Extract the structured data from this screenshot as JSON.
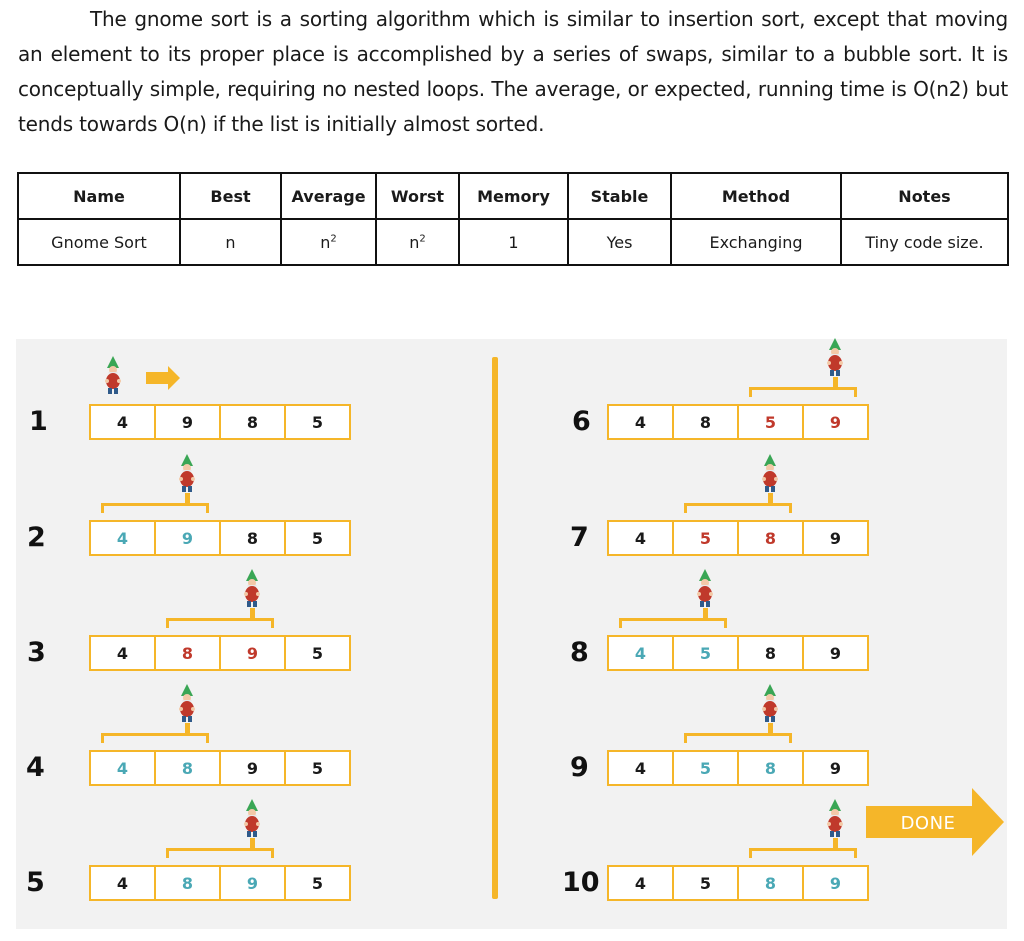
{
  "intro": "The gnome sort is a sorting algorithm which is similar to insertion sort, except that moving an element to its proper place is accomplished by a series of swaps, similar to a bubble sort. It is conceptually simple, requiring no nested loops. The average, or expected, running time is O(n2) but tends towards O(n) if the list is initially almost sorted.",
  "table": {
    "headers": [
      "Name",
      "Best",
      "Average",
      "Worst",
      "Memory",
      "Stable",
      "Method",
      "Notes"
    ],
    "row": {
      "name": "Gnome Sort",
      "best": "n",
      "average_base": "n",
      "average_exp": "2",
      "worst_base": "n",
      "worst_exp": "2",
      "memory": "1",
      "stable": "Yes",
      "method": "Exchanging",
      "notes": "Tiny code size."
    }
  },
  "steps": [
    {
      "label": "1",
      "values": [
        "4",
        "9",
        "8",
        "5"
      ],
      "colors": [
        "black",
        "black",
        "black",
        "black"
      ]
    },
    {
      "label": "2",
      "values": [
        "4",
        "9",
        "8",
        "5"
      ],
      "colors": [
        "teal",
        "teal",
        "black",
        "black"
      ]
    },
    {
      "label": "3",
      "values": [
        "4",
        "8",
        "9",
        "5"
      ],
      "colors": [
        "black",
        "red",
        "red",
        "black"
      ]
    },
    {
      "label": "4",
      "values": [
        "4",
        "8",
        "9",
        "5"
      ],
      "colors": [
        "teal",
        "teal",
        "black",
        "black"
      ]
    },
    {
      "label": "5",
      "values": [
        "4",
        "8",
        "9",
        "5"
      ],
      "colors": [
        "black",
        "teal",
        "teal",
        "black"
      ]
    },
    {
      "label": "6",
      "values": [
        "4",
        "8",
        "5",
        "9"
      ],
      "colors": [
        "black",
        "black",
        "red",
        "red"
      ]
    },
    {
      "label": "7",
      "values": [
        "4",
        "5",
        "8",
        "9"
      ],
      "colors": [
        "black",
        "red",
        "red",
        "black"
      ]
    },
    {
      "label": "8",
      "values": [
        "4",
        "5",
        "8",
        "9"
      ],
      "colors": [
        "teal",
        "teal",
        "black",
        "black"
      ]
    },
    {
      "label": "9",
      "values": [
        "4",
        "5",
        "8",
        "9"
      ],
      "colors": [
        "black",
        "teal",
        "teal",
        "black"
      ]
    },
    {
      "label": "10",
      "values": [
        "4",
        "5",
        "8",
        "9"
      ],
      "colors": [
        "black",
        "black",
        "teal",
        "teal"
      ]
    }
  ],
  "done_label": "DONE",
  "colors": {
    "accent": "#f5b629",
    "teal": "#4aa8b5",
    "red": "#c0392b",
    "panel": "#f2f2f2"
  }
}
